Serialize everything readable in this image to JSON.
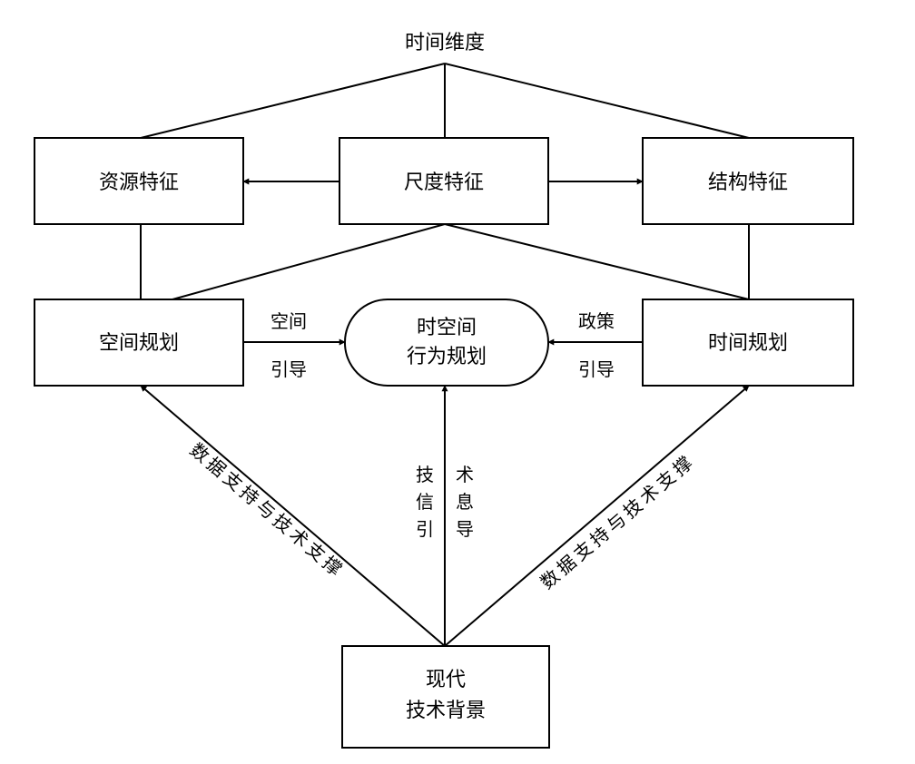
{
  "nodes": {
    "time_dimension": "时间维度",
    "resource_features": "资源特征",
    "scale_features": "尺度特征",
    "structure_features": "结构特征",
    "spatial_planning": "空间规划",
    "spatiotemporal_behavior_planning": [
      "时空间",
      "行为规划"
    ],
    "time_planning": "时间规划",
    "modern_tech_background": [
      "现代",
      "技术背景"
    ]
  },
  "edge_labels": {
    "spatial_guidance": [
      "空间",
      "引导"
    ],
    "policy_guidance": [
      "政策",
      "引导"
    ],
    "tech_info_guidance_left": [
      "技",
      "信",
      "引"
    ],
    "tech_info_guidance_right": [
      "术",
      "息",
      "导"
    ],
    "data_support_left": "数据支持与技术支撑",
    "data_support_right": "数据支持与技术支撑"
  }
}
